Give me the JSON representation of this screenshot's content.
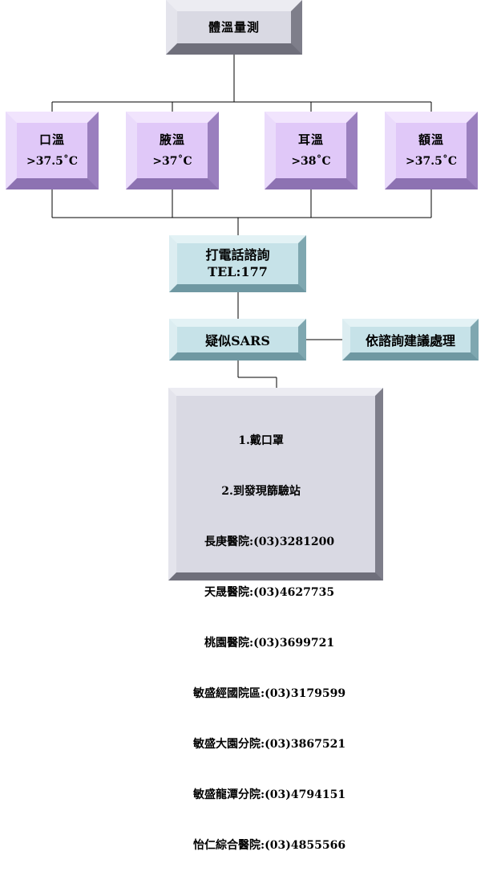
{
  "top": {
    "label": "體溫量測"
  },
  "measures": [
    {
      "method": "口溫",
      "threshold": ">37.5˚C"
    },
    {
      "method": "腋溫",
      "threshold": ">37˚C"
    },
    {
      "method": "耳溫",
      "threshold": ">38˚C"
    },
    {
      "method": "額溫",
      "threshold": ">37.5˚C"
    }
  ],
  "call": {
    "line1": "打電話諮詢",
    "line2": "TEL:177"
  },
  "suspect": {
    "label": "疑似SARS"
  },
  "advice": {
    "label": "依諮詢建議處理"
  },
  "instructions": {
    "step1": "1.戴口罩",
    "step2": "2.到發現篩驗站",
    "hospitals": [
      "長庚醫院:(03)3281200",
      "天晟醫院:(03)4627735",
      "桃園醫院:(03)3699721",
      "敏盛經國院區:(03)3179599",
      "敏盛大園分院:(03)3867521",
      "敏盛龍潭分院:(03)4794151",
      "怡仁綜合醫院:(03)4855566"
    ]
  },
  "colors": {
    "gray_box": "#d9d9e3",
    "purple_box": "#e0c8f8",
    "teal_box": "#c6e2e8",
    "line": "#000000"
  }
}
